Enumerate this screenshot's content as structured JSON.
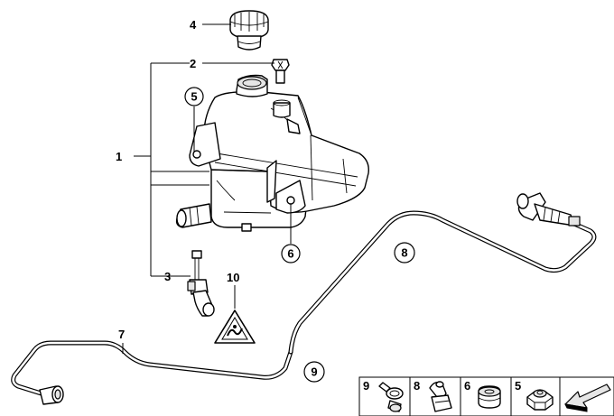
{
  "callouts": {
    "c1": "1",
    "c2": "2",
    "c3": "3",
    "c4": "4",
    "c5": "5",
    "c6": "6",
    "c7": "7",
    "c8": "8",
    "c9": "9",
    "c10": "10"
  },
  "legend": {
    "items": [
      {
        "number": "9",
        "part": "hose-clamp"
      },
      {
        "number": "8",
        "part": "hose-clip"
      },
      {
        "number": "6",
        "part": "rubber-grommet"
      },
      {
        "number": "5",
        "part": "hex-nut"
      }
    ],
    "arrow_icon": "arrow-down-left-icon"
  },
  "colors": {
    "line": "#000000",
    "background": "#ffffff",
    "part_shade": "#e6e6e6"
  }
}
